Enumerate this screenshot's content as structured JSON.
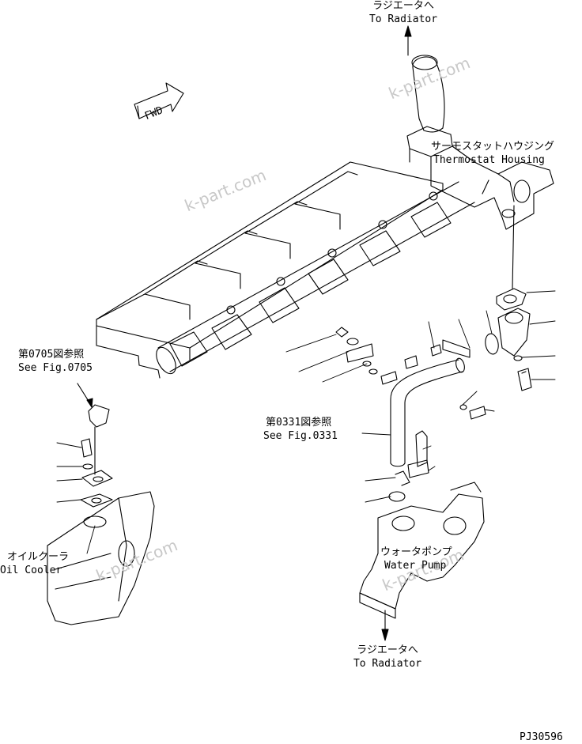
{
  "labels": {
    "radiator_top_jp": "ラジエータへ",
    "radiator_top_en": "To Radiator",
    "thermostat_jp": "サーモスタットハウジング",
    "thermostat_en": "Thermostat Housing",
    "fig0705_jp": "第0705図参照",
    "fig0705_en": "See Fig.0705",
    "fig0331_jp": "第0331図参照",
    "fig0331_en": "See Fig.0331",
    "oilcooler_jp": "オイルクーラ",
    "oilcooler_en": "Oil Cooler",
    "waterpump_jp": "ウォータポンプ",
    "waterpump_en": "Water Pump",
    "radiator_bottom_jp": "ラジエータへ",
    "radiator_bottom_en": "To Radiator",
    "fwd": "FWD",
    "page_code": "PJ30596"
  },
  "watermarks": [
    "k-part.com",
    "k-part.com",
    "k-part.com",
    "k-part.com"
  ]
}
